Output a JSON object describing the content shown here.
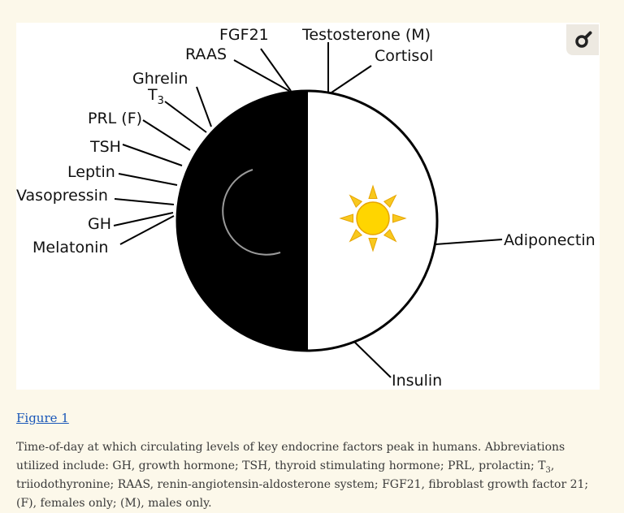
{
  "figure": {
    "labels": {
      "fgf21": "FGF21",
      "testosterone": "Testosterone (M)",
      "raas": "RAAS",
      "cortisol": "Cortisol",
      "ghrelin": "Ghrelin",
      "t3_main": "T",
      "t3_sub": "3",
      "prl": "PRL (F)",
      "tsh": "TSH",
      "leptin": "Leptin",
      "vasopressin": "Vasopressin",
      "gh": "GH",
      "melatonin": "Melatonin",
      "adiponectin": "Adiponectin",
      "insulin": "Insulin"
    },
    "colors": {
      "night": "#000000",
      "day": "#ffffff",
      "moon": "#eeeeee",
      "moon_outline": "#9a9a9a",
      "sun": "#ffd500",
      "sun_rays": "#f8c81e",
      "sun_outline": "#e7a500"
    },
    "icons": {
      "moon": "crescent-moon-icon",
      "sun": "sun-icon",
      "badge": "zoom-magnifier-icon"
    }
  },
  "link": {
    "label": "Figure 1"
  },
  "caption": {
    "p1": "Time-of-day at which circulating levels of key endocrine factors peak in humans. Abbreviations utilized include: GH, growth hormone; TSH, thyroid stimulating hormone; PRL, prolactin; T",
    "p1_sub": "3",
    "p2": ", triiodothyronine; RAAS, renin-angiotensin-aldosterone system; FGF21, fibroblast growth factor 21; (F), females only; (M), males only."
  }
}
